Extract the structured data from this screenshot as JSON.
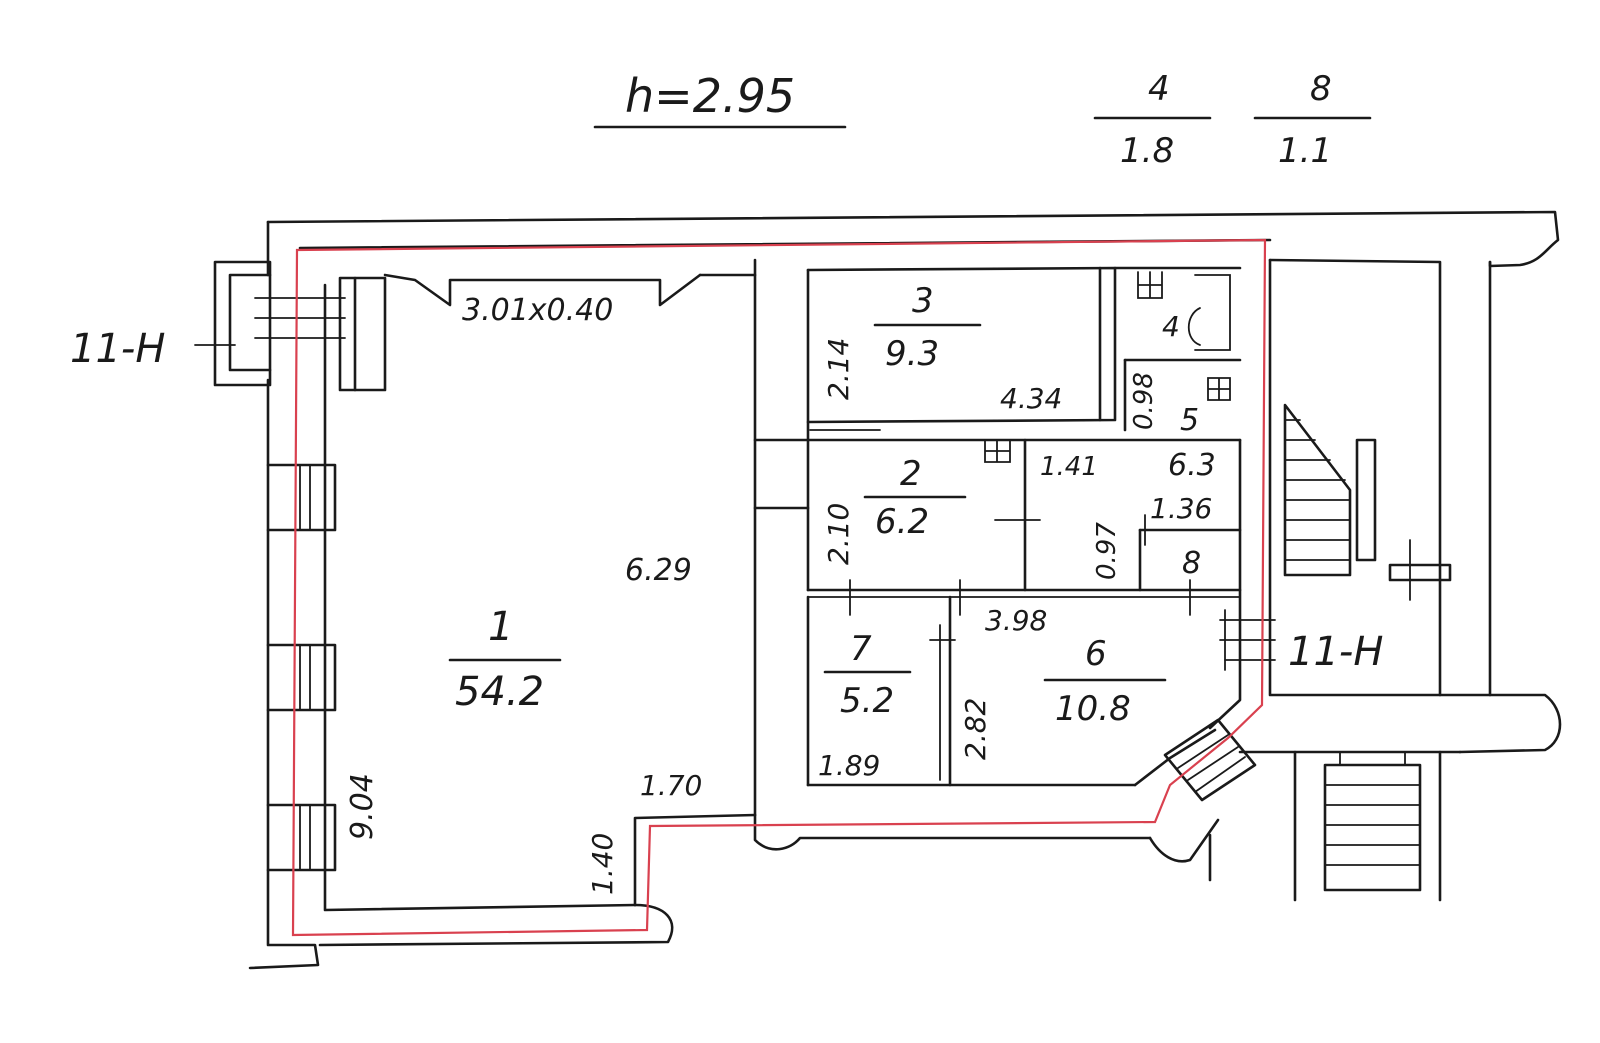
{
  "header": {
    "height_note": "h=2.95",
    "fraction_a": {
      "num": "4",
      "den": "1.8"
    },
    "fraction_b": {
      "num": "8",
      "den": "1.1"
    }
  },
  "section_marks": {
    "left": "11-H",
    "right": "11-H"
  },
  "niche_note": "3.01x0.40",
  "rooms": [
    {
      "id": "1",
      "area": "54.2"
    },
    {
      "id": "2",
      "area": "6.2"
    },
    {
      "id": "3",
      "area": "9.3"
    },
    {
      "id": "4",
      "area": ""
    },
    {
      "id": "5",
      "area": "6.3"
    },
    {
      "id": "6",
      "area": "10.8"
    },
    {
      "id": "7",
      "area": "5.2"
    },
    {
      "id": "8",
      "area": ""
    }
  ],
  "dimensions": {
    "d_629": "6.29",
    "d_904": "9.04",
    "d_170": "1.70",
    "d_140": "1.40",
    "d_214": "2.14",
    "d_434": "4.34",
    "d_210": "2.10",
    "d_141": "1.41",
    "d_098": "0.98",
    "d_136": "1.36",
    "d_097": "0.97",
    "d_398": "3.98",
    "d_282": "2.82",
    "d_189": "1.89"
  },
  "colors": {
    "ink": "#1a1a1a",
    "boundary": "#d9414f",
    "paper": "#ffffff"
  }
}
